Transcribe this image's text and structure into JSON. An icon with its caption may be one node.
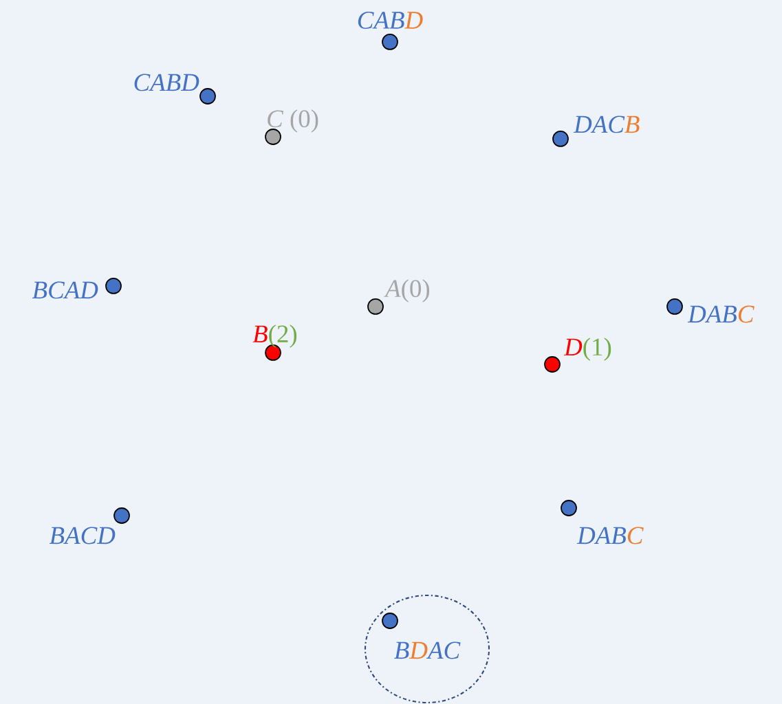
{
  "diagram": {
    "nodes": [
      {
        "text": [
          "CAB",
          "D"
        ]
      },
      {
        "text": [
          "CABD"
        ]
      },
      {
        "text": [
          "C",
          "(0)"
        ]
      },
      {
        "text": [
          "DAC",
          "B"
        ]
      },
      {
        "text": [
          "BCAD"
        ]
      },
      {
        "text": [
          "A",
          "(0)"
        ]
      },
      {
        "text": [
          "DAB",
          "C"
        ]
      },
      {
        "text": [
          "B",
          "(2)"
        ]
      },
      {
        "text": [
          "D",
          "(1)"
        ]
      },
      {
        "text": [
          "BACD"
        ]
      },
      {
        "text": [
          "DAB",
          "C"
        ]
      },
      {
        "text": [],
        "shape": "circle"
      },
      {
        "text": [
          "B",
          "D",
          "AC"
        ],
        "in": 11
      }
    ]
  }
}
